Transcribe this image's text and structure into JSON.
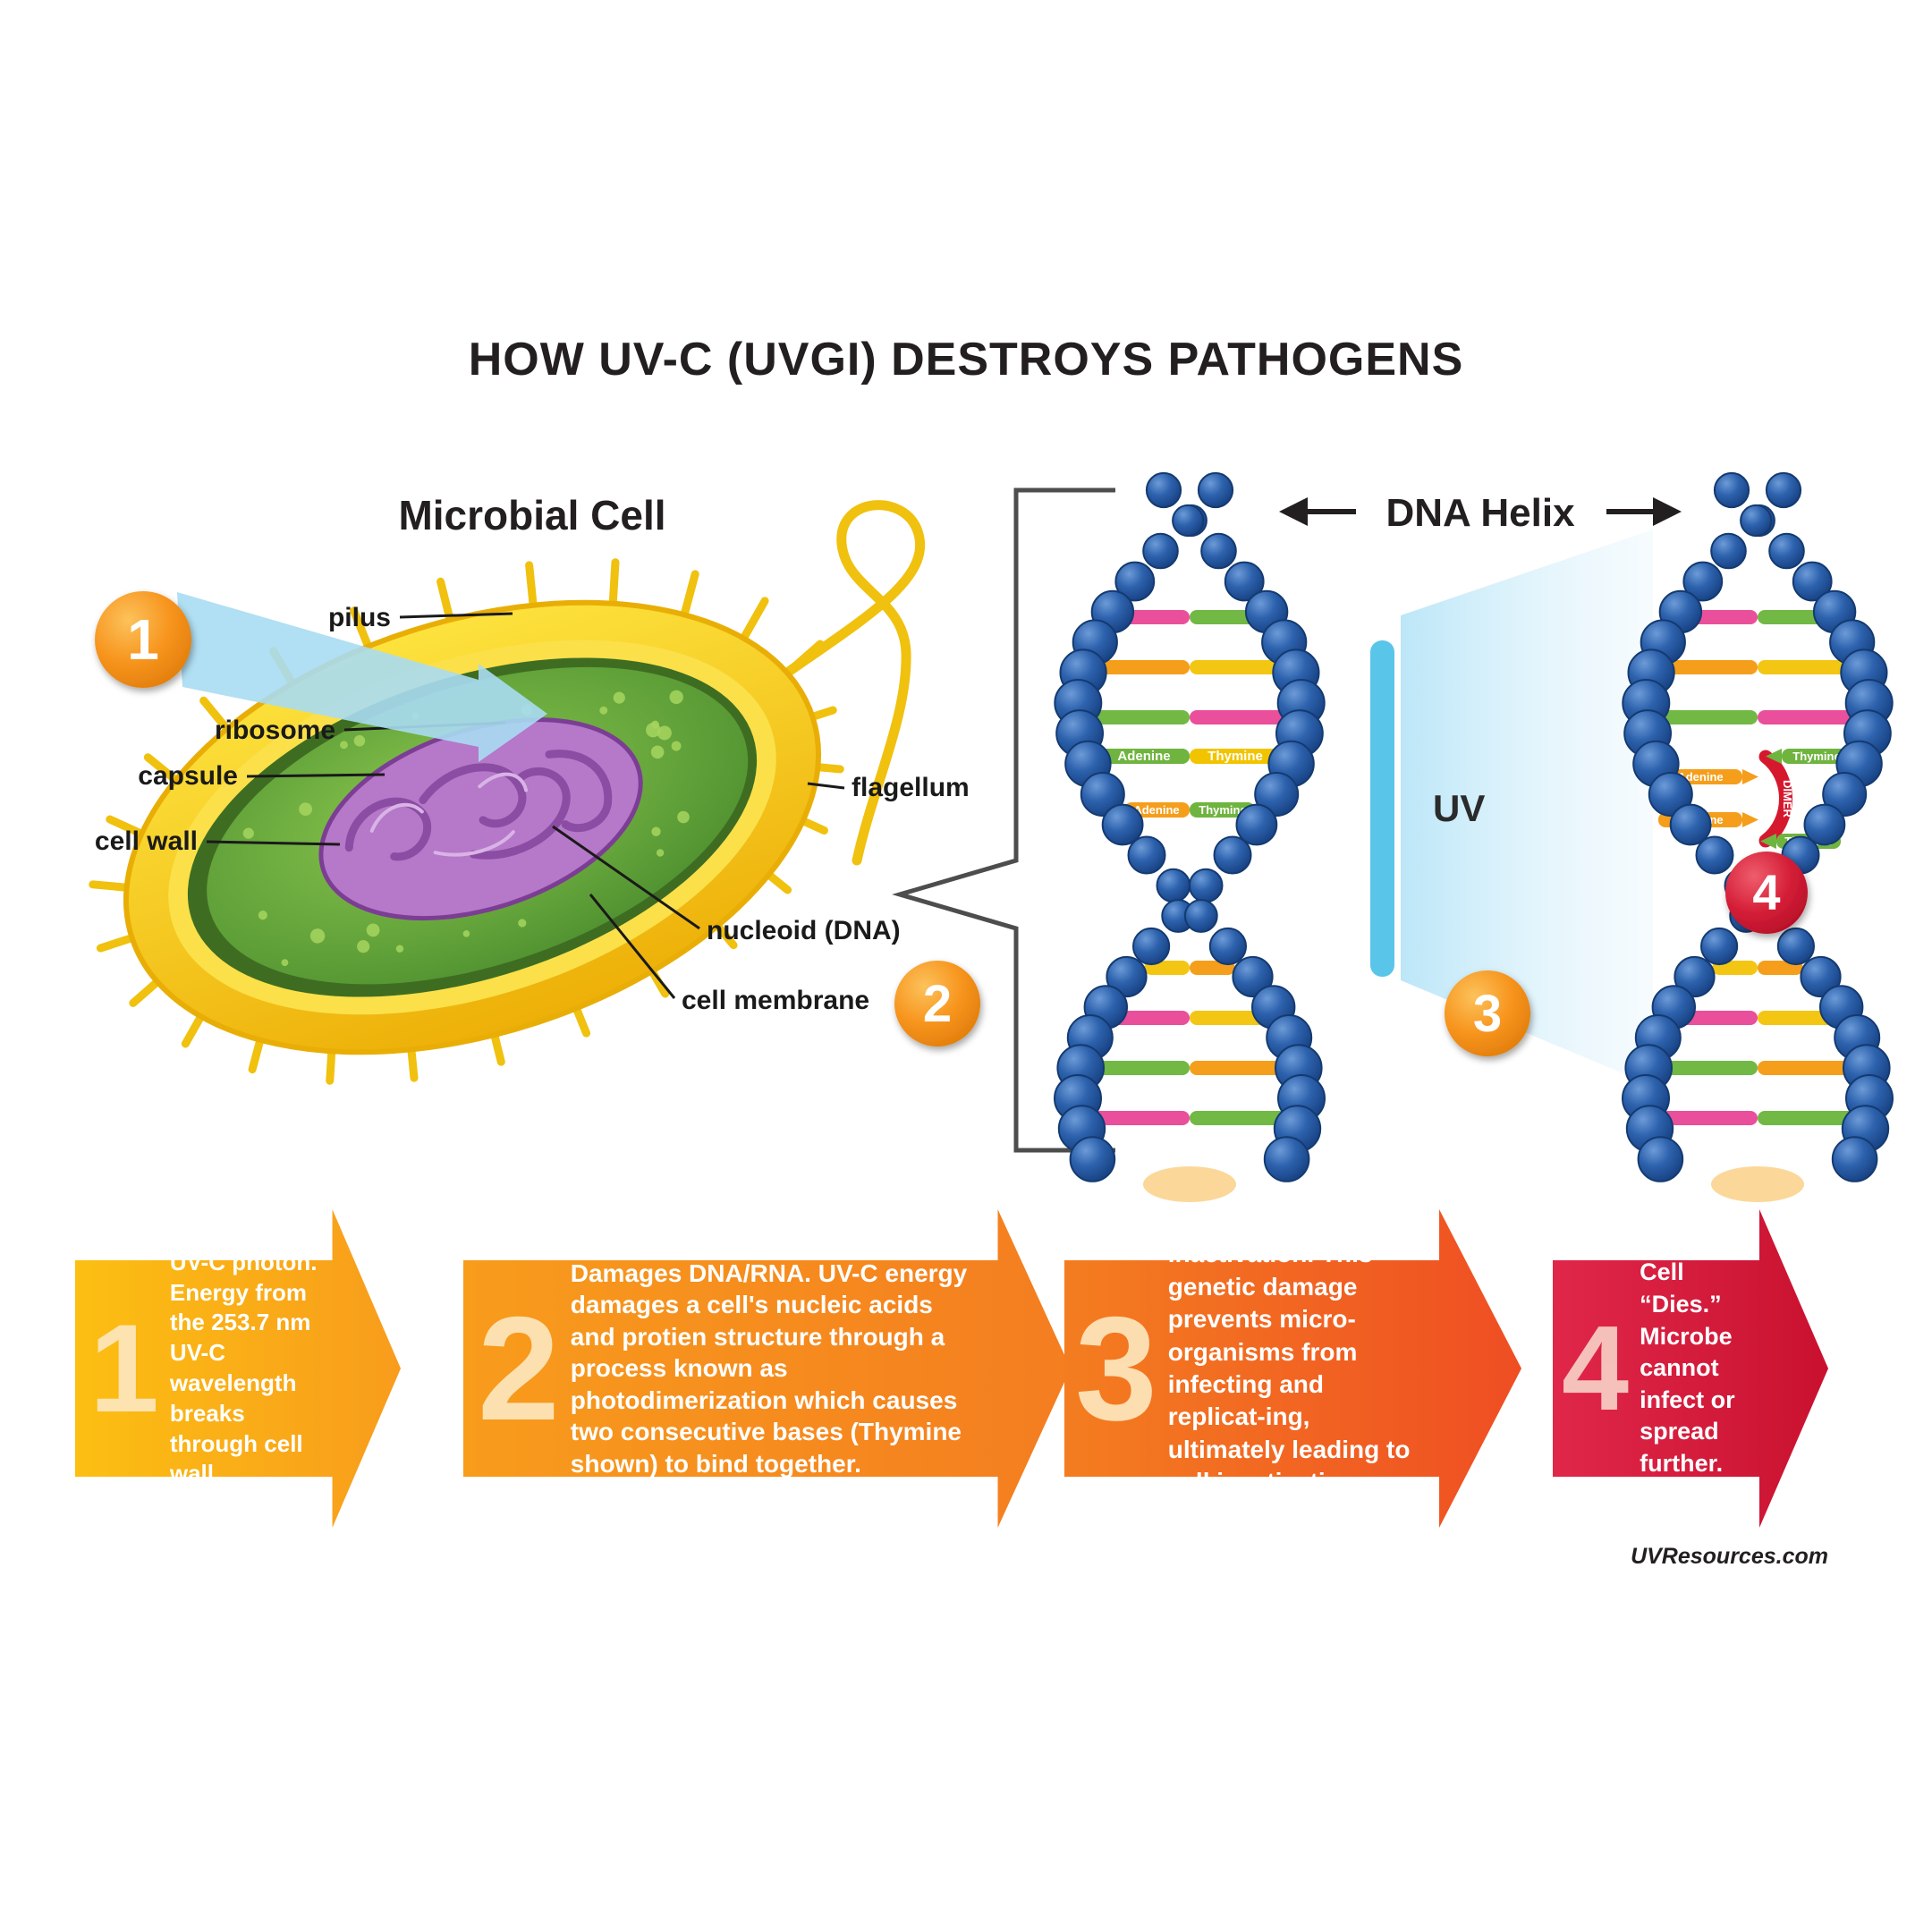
{
  "title": "HOW UV-C (UVGI) DESTROYS PATHOGENS",
  "cell": {
    "title": "Microbial Cell",
    "labels": {
      "pilus": "pilus",
      "ribosome": "ribosome",
      "capsule": "capsule",
      "cell_wall": "cell wall",
      "nucleoid": "nucleoid (DNA)",
      "cell_membrane": "cell membrane",
      "flagellum": "flagellum"
    }
  },
  "dna": {
    "heading": "DNA Helix",
    "uv_label": "UV",
    "adenine": "Adenine",
    "thymine": "Thymine",
    "dimer": "DIMER"
  },
  "markers": {
    "m1": "1",
    "m2": "2",
    "m3": "3",
    "m4": "4"
  },
  "steps": [
    {
      "number": "1",
      "text": "UV-C photon. Energy from the 253.7 nm UV-C wavelength breaks through cell wall.",
      "color_start": "#fcbf12",
      "color_end": "#f89c1c"
    },
    {
      "number": "2",
      "text": "Damages DNA/RNA. UV-C energy damages a cell's nucleic acids and protien structure through a process known as photodimerization which causes two consecutive bases (Thymine shown) to bind together.",
      "color_start": "#f89c1c",
      "color_end": "#f47d20"
    },
    {
      "number": "3",
      "text": "Inactivation. This genetic damage prevents micro-organisms from infecting and replicat-ing, ultimately leading to cell inactivation.",
      "color_start": "#f47d20",
      "color_end": "#ef4e23"
    },
    {
      "number": "4",
      "text": "Cell “Dies.” Microbe cannot infect or spread further.",
      "color_start": "#e0274a",
      "color_end": "#c9112f"
    }
  ],
  "footer": "UVResources.com",
  "palette": {
    "uv_beam": "#a8dcf2",
    "uv_bar": "#59c6e9",
    "marker_orange": "#f7941d",
    "marker_red": "#c8102e",
    "backbone_blue": "#1f4e96",
    "capsule_yellow": "#f5c400",
    "cytoplasm_green": "#4c9030",
    "nucleoid_purple": "#b678c8"
  }
}
